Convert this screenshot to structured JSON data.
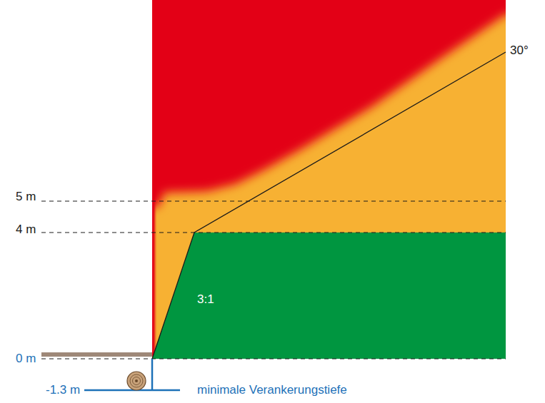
{
  "diagram": {
    "labels": [
      "30°",
      "5 m",
      "4 m",
      "3:1",
      "0 m",
      "-1.3 m",
      "minimale Verankerungstiefe"
    ]
  }
}
